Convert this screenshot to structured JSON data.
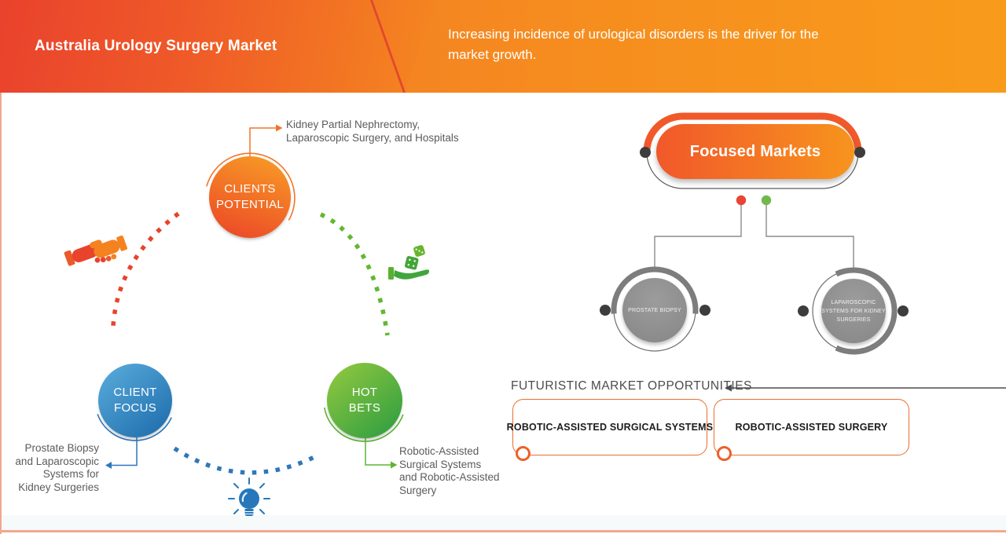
{
  "header": {
    "title": "Australia Urology Surgery Market",
    "subtitle": [
      "Increasing incidence of urological disorders is the driver for the",
      "market growth."
    ]
  },
  "strategy_wheel": {
    "clients_potential": {
      "label": [
        "CLIENTS",
        "POTENTIAL"
      ],
      "note": [
        "Kidney Partial Nephrectomy,",
        "Laparoscopic Surgery, and Hospitals"
      ]
    },
    "client_focus": {
      "label": [
        "CLIENT",
        "FOCUS"
      ],
      "note": [
        "Prostate Biopsy",
        "and Laparoscopic",
        "Systems for",
        "Kidney Surgeries"
      ]
    },
    "hot_bets": {
      "label": [
        "HOT",
        "BETS"
      ],
      "note": [
        "Robotic-Assisted",
        "Surgical Systems",
        "and Robotic-Assisted",
        "Surgery"
      ]
    }
  },
  "focused_markets": {
    "title": "Focused Markets",
    "children": [
      {
        "label": [
          "PROSTATE BIOPSY"
        ]
      },
      {
        "label": [
          "LAPAROSCOPIC",
          "SYSTEMS FOR KIDNEY",
          "SURGERIES"
        ]
      }
    ]
  },
  "opportunities": {
    "heading": "FUTURISTIC MARKET OPPORTUNITIES",
    "items": [
      {
        "label": "ROBOTIC-ASSISTED SURGICAL SYSTEMS"
      },
      {
        "label": "ROBOTIC-ASSISTED SURGERY"
      }
    ]
  },
  "icons": [
    "handshake-icon",
    "dice-hand-icon",
    "lightbulb-icon"
  ],
  "palette": {
    "header_red": "#e9422d",
    "header_orange": "#f68c1f",
    "accent_orange": "#f1592a",
    "dotted_red": "#e8432c",
    "dotted_green": "#62b830",
    "dotted_blue": "#2f77bb",
    "gray_node": "#8f8f8f",
    "dark_dot": "#3d3d3d",
    "note_gray": "#5a5b5d",
    "heading_gray": "#4c4c4c",
    "box_border": "#e96e2f"
  }
}
